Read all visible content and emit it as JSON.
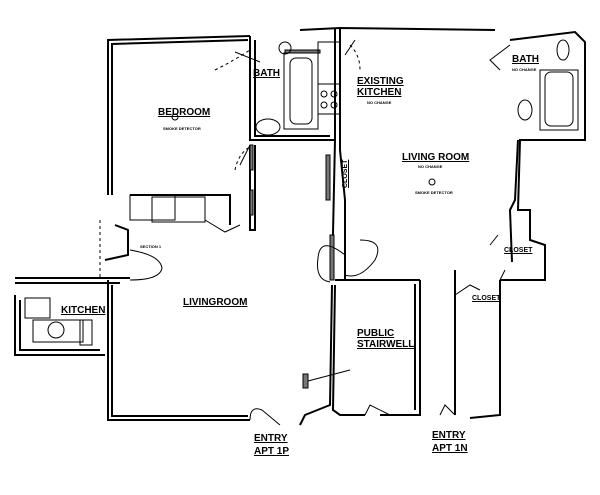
{
  "title": "Floor plan - Apartments 1P and 1N",
  "rooms": {
    "bath_left": "BATH",
    "bedroom": "BEDROOM",
    "bedroom_note": "SMOKE DETECTOR",
    "existing_kitchen_1": "EXISTING",
    "existing_kitchen_2": "KITCHEN",
    "kitchen_note": "NO CHANGE",
    "bath_right": "BATH",
    "bath_right_note": "NO CHANGE",
    "living_room": "LIVING ROOM",
    "living_room_note": "NO CHANGE",
    "living_room_smoke": "SMOKE DETECTOR",
    "closet_vertical": "CLOSET",
    "closet_right_1": "CLOSET",
    "closet_right_2": "CLOSET",
    "section_marker": "SECTION 1",
    "kitchen": "KITCHEN",
    "livingroom": "LIVINGROOM",
    "stair_1": "PUBLIC",
    "stair_2": "STAIRWELL",
    "entry_1p_1": "ENTRY",
    "entry_1p_2": "APT 1P",
    "entry_1n_1": "ENTRY",
    "entry_1n_2": "APT 1N"
  }
}
